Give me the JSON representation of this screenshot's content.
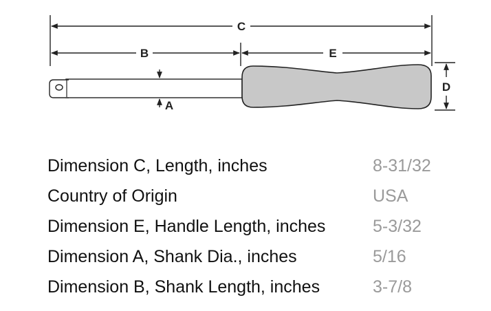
{
  "diagram": {
    "labels": {
      "a": "A",
      "b": "B",
      "c": "C",
      "d": "D",
      "e": "E"
    }
  },
  "specs": [
    {
      "name": "Dimension C, Length, inches",
      "value": "8-31/32"
    },
    {
      "name": "Country of Origin",
      "value": "USA"
    },
    {
      "name": "Dimension E, Handle Length, inches",
      "value": "5-3/32"
    },
    {
      "name": "Dimension A, Shank Dia., inches",
      "value": "5/16"
    },
    {
      "name": "Dimension B, Shank Length, inches",
      "value": "3-7/8"
    }
  ],
  "colors": {
    "handle_fill": "#c8c8c8",
    "line": "#222222",
    "value_text": "#9a9a9a",
    "name_text": "#111111"
  }
}
